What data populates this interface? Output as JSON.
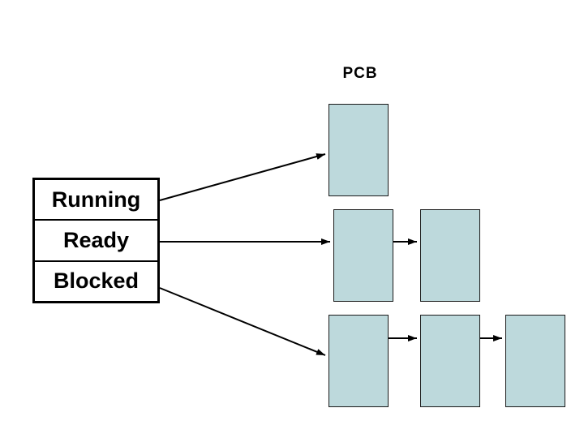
{
  "pcb_label": "PCB",
  "state_table": {
    "rows": [
      {
        "label": "Running"
      },
      {
        "label": "Ready"
      },
      {
        "label": "Blocked"
      }
    ]
  },
  "queues": [
    {
      "state": "Running",
      "pcb_count": 1
    },
    {
      "state": "Ready",
      "pcb_count": 2
    },
    {
      "state": "Blocked",
      "pcb_count": 3
    }
  ],
  "colors": {
    "pcb_fill": "#bdd9dc",
    "pcb_border": "#1a1a1a",
    "arrow": "#000000",
    "table_border": "#000000",
    "text": "#000000",
    "background": "#ffffff"
  }
}
